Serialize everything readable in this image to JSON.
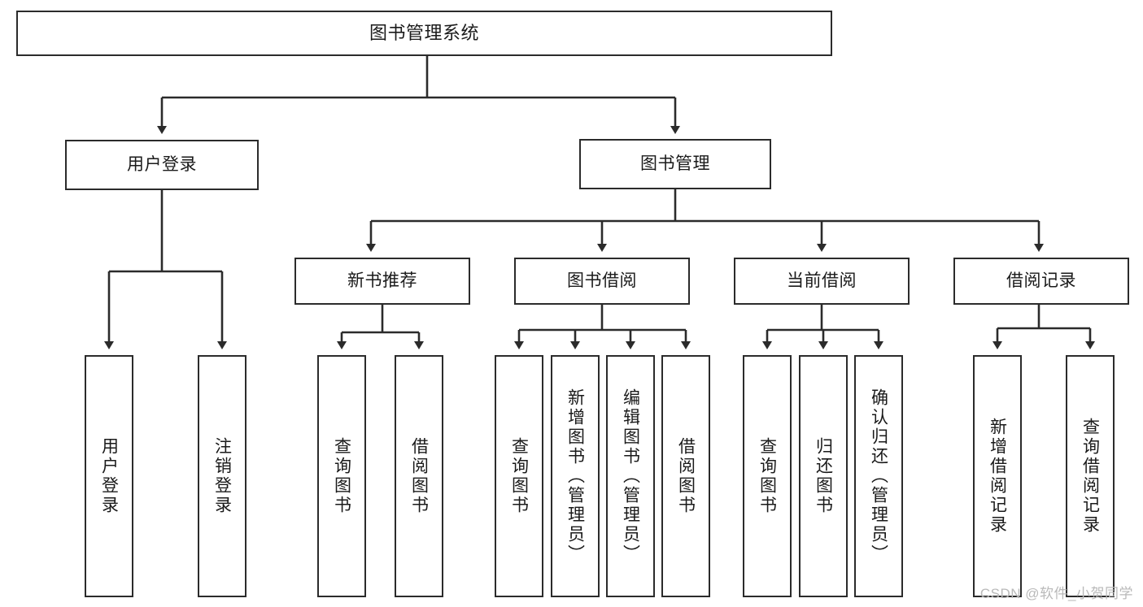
{
  "diagram": {
    "type": "tree-hierarchy",
    "title": "图书管理系统",
    "root": {
      "id": "root",
      "label": "图书管理系统",
      "orientation": "horizontal"
    },
    "level2": [
      {
        "id": "user-login",
        "label": "用户登录",
        "orientation": "horizontal"
      },
      {
        "id": "book-manage",
        "label": "图书管理",
        "orientation": "horizontal"
      }
    ],
    "level3": [
      {
        "id": "new-book-recommend",
        "label": "新书推荐",
        "orientation": "horizontal",
        "parent": "book-manage"
      },
      {
        "id": "book-borrow",
        "label": "图书借阅",
        "orientation": "horizontal",
        "parent": "book-manage"
      },
      {
        "id": "current-borrow",
        "label": "当前借阅",
        "orientation": "horizontal",
        "parent": "book-manage"
      },
      {
        "id": "borrow-record",
        "label": "借阅记录",
        "orientation": "horizontal",
        "parent": "book-manage"
      }
    ],
    "leaves": [
      {
        "id": "leaf-user-login",
        "label": "用户登录",
        "parent": "user-login"
      },
      {
        "id": "leaf-logout-login",
        "label": "注销登录",
        "parent": "user-login"
      },
      {
        "id": "leaf-query-book-1",
        "label": "查询图书",
        "parent": "new-book-recommend"
      },
      {
        "id": "leaf-borrow-book-1",
        "label": "借阅图书",
        "parent": "new-book-recommend"
      },
      {
        "id": "leaf-query-book-2",
        "label": "查询图书",
        "parent": "book-borrow"
      },
      {
        "id": "leaf-add-book",
        "label": "新增图书（管理员）",
        "parent": "book-borrow"
      },
      {
        "id": "leaf-edit-book",
        "label": "编辑图书（管理员）",
        "parent": "book-borrow"
      },
      {
        "id": "leaf-borrow-book-2",
        "label": "借阅图书",
        "parent": "book-borrow"
      },
      {
        "id": "leaf-query-book-3",
        "label": "查询图书",
        "parent": "current-borrow"
      },
      {
        "id": "leaf-return-book",
        "label": "归还图书",
        "parent": "current-borrow"
      },
      {
        "id": "leaf-confirm-return",
        "label": "确认归还（管理员）",
        "parent": "current-borrow"
      },
      {
        "id": "leaf-add-record",
        "label": "新增借阅记录",
        "parent": "borrow-record"
      },
      {
        "id": "leaf-query-record",
        "label": "查询借阅记录",
        "parent": "borrow-record"
      }
    ],
    "watermark": "CSDN @软件_小贺同学",
    "colors": {
      "stroke": "#2b2b2b",
      "fill": "#ffffff",
      "text": "#1a1a1a",
      "watermark": "#b9b9b9"
    }
  }
}
